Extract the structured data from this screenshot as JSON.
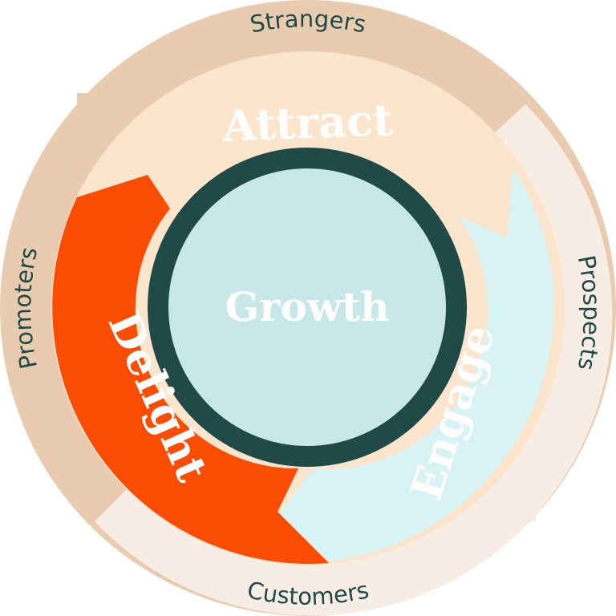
{
  "center": {
    "label": "Growth"
  },
  "stages": {
    "attract": "Attract",
    "engage": "Engage",
    "delight": "Delight"
  },
  "outer": {
    "strangers": "Strangers",
    "prospects": "Prospects",
    "customers": "Customers",
    "promoters": "Promoters"
  },
  "colors": {
    "outer_ring_tan": "#e9ccaf",
    "outer_ring_light": "#f8ede5",
    "attract_fill": "#fce5cd",
    "engage_fill": "#d8f3f3",
    "delight_fill": "#fb4c03",
    "hub_border": "#1f4a48",
    "hub_fill": "#c7e7e8",
    "label_dark": "#1f4a48"
  }
}
